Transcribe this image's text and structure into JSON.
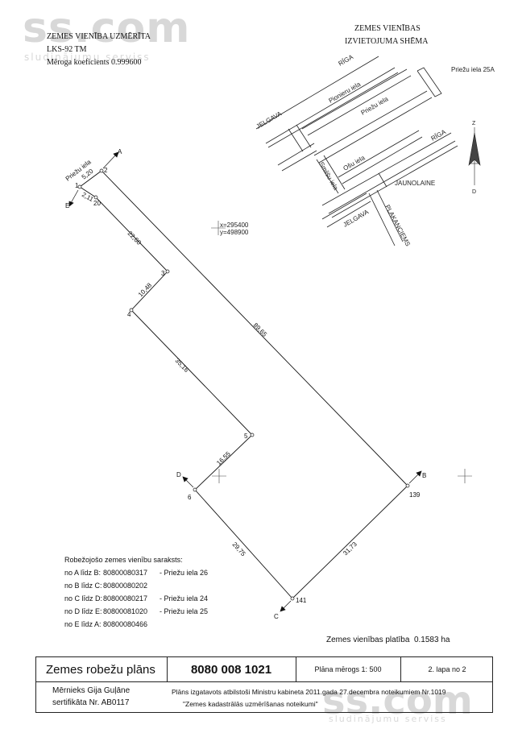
{
  "header": {
    "line1": "ZEMES VIENĪBA UZMĒRĪTA",
    "line2": "LKS-92 TM",
    "line3": "Mēroga koeficients 0.999600"
  },
  "scheme": {
    "title1": "ZEMES VIENĪBAS",
    "title2": "IZVIETOJUMA SHĒMA",
    "streets": [
      "RĪGA",
      "Pionieru iela",
      "Priežu iela 25A",
      "Priežu iela",
      "JELGAVA",
      "RĪGA",
      "Smilšu iela",
      "Ošu iela",
      "JAUNOLAINE",
      "JELGAVA",
      "PLAKANCIEMS"
    ]
  },
  "compass": {
    "north_label": "Z",
    "south_label": "D"
  },
  "coordinate": {
    "x_label": "x=295400",
    "y_label": "y=498900"
  },
  "plot": {
    "street_label": "Priežu iela",
    "points": [
      "1",
      "2",
      "20",
      "3",
      "4",
      "5",
      "6",
      "139",
      "141"
    ],
    "neighbor_markers": [
      "A",
      "B",
      "C",
      "D",
      "E"
    ],
    "segments": [
      "5,20",
      "2,11",
      "22,60",
      "10,48",
      "89,65",
      "35,16",
      "16,55",
      "29,75",
      "31,73"
    ]
  },
  "neighbors": {
    "title": "Robežojošo zemes vienību saraksts:",
    "rows": [
      {
        "range": "no A līdz B:",
        "code": "80800080317",
        "desc": "- Priežu iela 26"
      },
      {
        "range": "no B līdz C:",
        "code": "80800080202",
        "desc": ""
      },
      {
        "range": "no C līdz D:",
        "code": "80800080217",
        "desc": "- Priežu iela 24"
      },
      {
        "range": "no D līdz E:",
        "code": "80800081020",
        "desc": "- Priežu iela 25"
      },
      {
        "range": "no E līdz A:",
        "code": "80800080466",
        "desc": ""
      }
    ]
  },
  "area": {
    "label": "Zemes vienības platība",
    "value": "0.1583 ha"
  },
  "title_block": {
    "plan_name": "Zemes robežu plāns",
    "cadastral_number": "8080 008 1021",
    "scale": "Plāna mērogs 1: 500",
    "page": "2. lapa no 2",
    "surveyor_line1": "Mērnieks Gija Guļāne",
    "surveyor_line2": "sertifikāta Nr. AB0117",
    "note_line1": "Plāns izgatavots atbilstoši  Ministru kabineta 2011.gada 27.decembra noteikumiem Nr.1019",
    "note_line2": "\"Zemes kadastrālās uzmērīšanas noteikumi\""
  },
  "watermarks": {
    "top_main": "ss.com",
    "top_sub": "sludinājumu serviss",
    "bottom_main": "ss.com",
    "bottom_sub": "sludinājumu serviss"
  }
}
